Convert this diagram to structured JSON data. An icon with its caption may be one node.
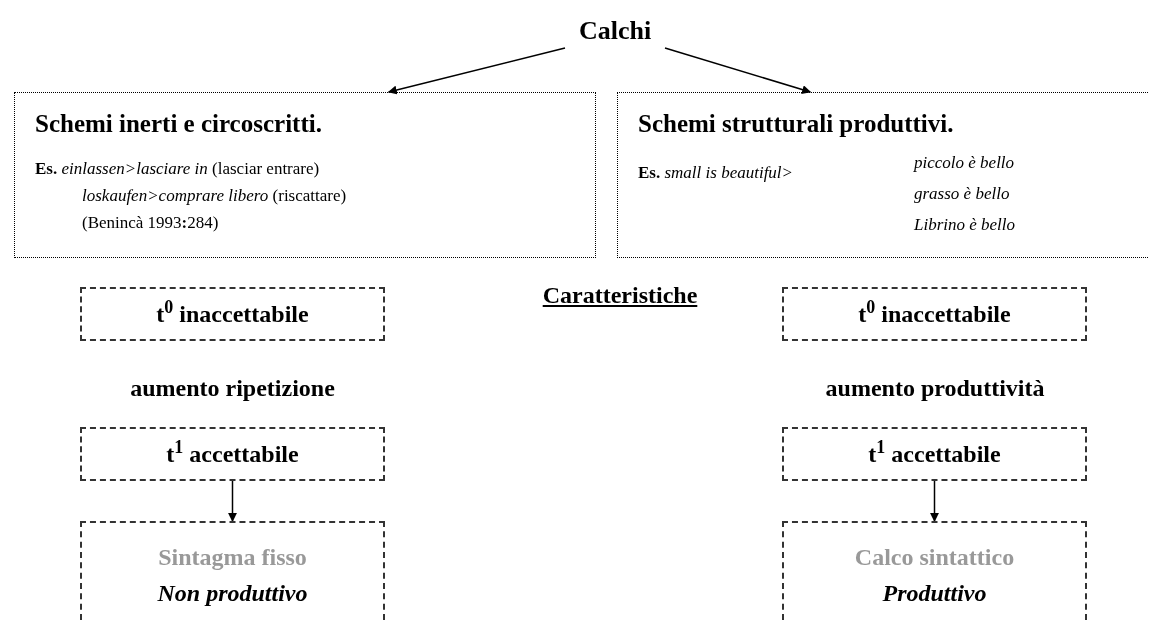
{
  "diagram": {
    "nodes": [
      {
        "text": [
          "Calchi"
        ]
      },
      {
        "text": [
          "Schemi inerti e circoscritti.",
          "**Es.** *einlassen>lasciare in* (lasciar entrare)",
          "*loskaufen>comprare libero* (riscattare)",
          "(Benincà 1993**:**284)"
        ]
      },
      {
        "text": [
          "Schemi strutturali produttivi.",
          "**Es.** *small is beautiful>*",
          "piccolo è bello",
          "grasso è bello",
          "Librino è bello"
        ]
      },
      {
        "text": [
          "t$^{0}$ inaccettabile"
        ]
      },
      {
        "text": [
          "t$^{1}$ accettabile"
        ]
      },
      {
        "text": [
          "Sintagma fisso",
          "Non produttivo"
        ]
      },
      {
        "text": [
          "t$^{0}$ inaccettabile"
        ]
      },
      {
        "text": [
          "t$^{1}$ accettabile"
        ]
      },
      {
        "text": [
          "Calco sintattico",
          "Produttivo"
        ]
      }
    ],
    "edges": [
      {
        "from": 0,
        "to": 1,
        "arrow": "to"
      },
      {
        "from": 0,
        "to": 2,
        "arrow": "to"
      },
      {
        "from": 4,
        "to": 5,
        "arrow": "to"
      },
      {
        "from": 7,
        "to": 8,
        "arrow": "to"
      }
    ],
    "labels": [
      "Caratteristiche",
      "aumento ripetizione",
      "aumento produttività"
    ]
  }
}
